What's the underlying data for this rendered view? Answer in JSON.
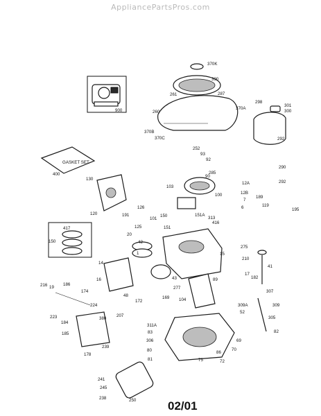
{
  "watermark": "AppliancePartsPros.com",
  "footer": {
    "date_code": "02/01"
  },
  "diagram": {
    "callouts": [
      "370K",
      "390",
      "261",
      "287",
      "370A",
      "900",
      "298",
      "301",
      "300",
      "260",
      "370B",
      "370C",
      "292",
      "252",
      "93",
      "92",
      "290",
      "400",
      "GASKET SET",
      "285",
      "110",
      "90",
      "292",
      "103",
      "12A",
      "12B",
      "130",
      "7",
      "6",
      "100",
      "120",
      "189",
      "195",
      "191",
      "119",
      "101",
      "151A",
      "126",
      "150",
      "313",
      "125",
      "151",
      "20",
      "416",
      "417",
      "150",
      "42",
      "1",
      "15",
      "275",
      "14",
      "210",
      "41",
      "43",
      "277",
      "16",
      "17",
      "182",
      "216",
      "19",
      "186",
      "174",
      "48",
      "169",
      "172",
      "104",
      "307",
      "224",
      "89",
      "309A",
      "309",
      "223",
      "207",
      "52",
      "311A",
      "305",
      "184",
      "380",
      "83",
      "185",
      "82",
      "306",
      "178",
      "239",
      "80",
      "69",
      "70",
      "81",
      "86",
      "75",
      "72",
      "241",
      "245",
      "238",
      "250"
    ]
  }
}
